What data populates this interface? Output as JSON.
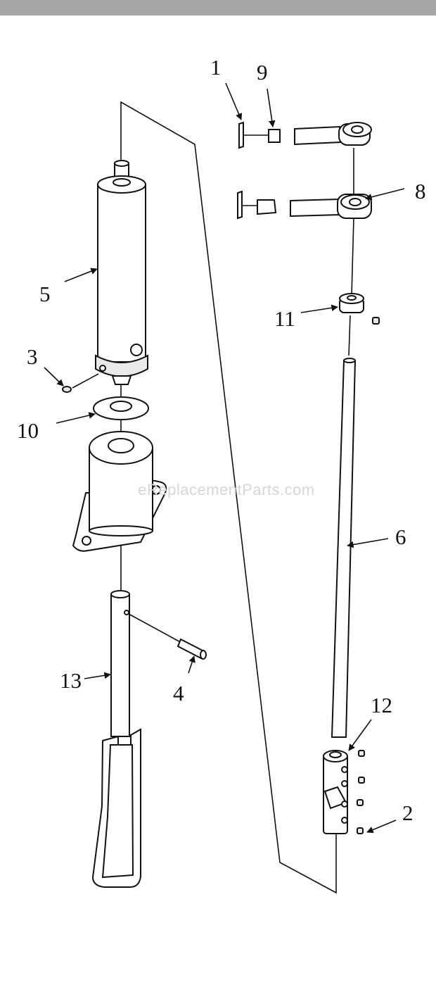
{
  "watermark": "eReplacementParts.com",
  "callouts": {
    "c1": "1",
    "c2": "2",
    "c3": "3",
    "c4": "4",
    "c5": "5",
    "c6": "6",
    "c8": "8",
    "c9": "9",
    "c10": "10",
    "c11": "11",
    "c12": "12",
    "c13": "13"
  }
}
